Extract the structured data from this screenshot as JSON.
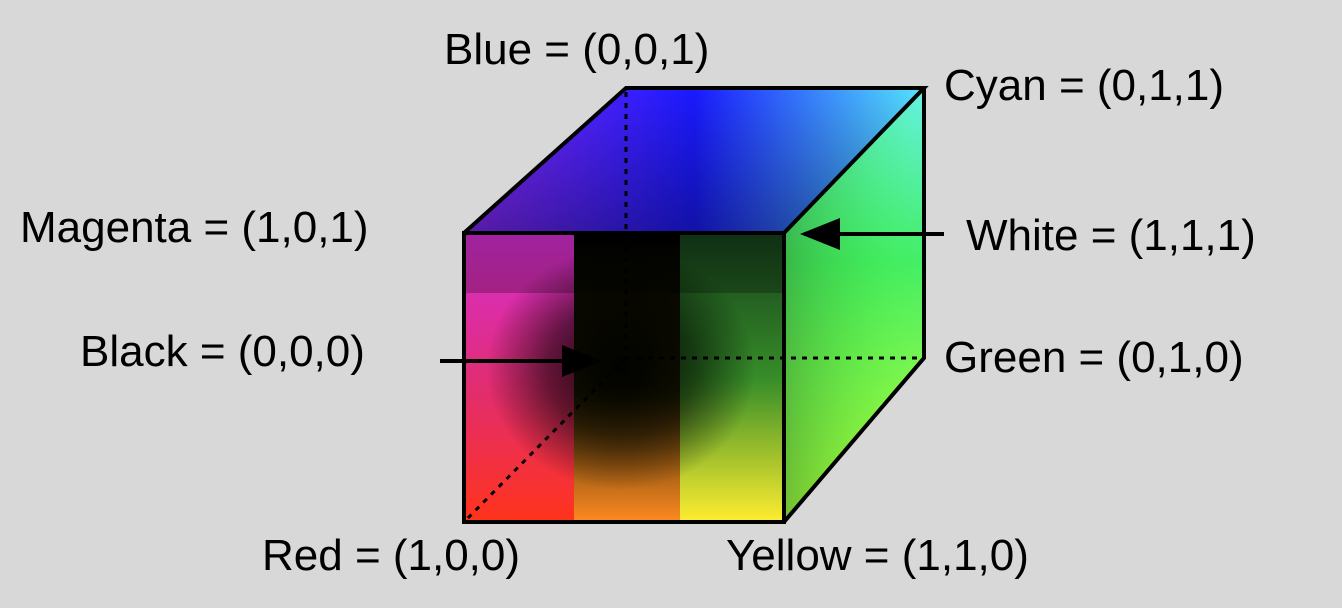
{
  "labels": {
    "blue": "Blue = (0,0,1)",
    "cyan": "Cyan = (0,1,1)",
    "magenta": "Magenta = (1,0,1)",
    "white": "White = (1,1,1)",
    "black": "Black = (0,0,0)",
    "green": "Green = (0,1,0)",
    "red": "Red = (1,0,0)",
    "yellow": "Yellow = (1,1,0)"
  },
  "colors": {
    "background": "#d8d8d8",
    "black": "#000000",
    "red": "#ff2a1a",
    "green": "#33ff33",
    "blue": "#0000ff",
    "cyan": "#55e6ff",
    "magenta": "#ee33ee",
    "yellow": "#ffff33",
    "white": "#ffffff"
  }
}
